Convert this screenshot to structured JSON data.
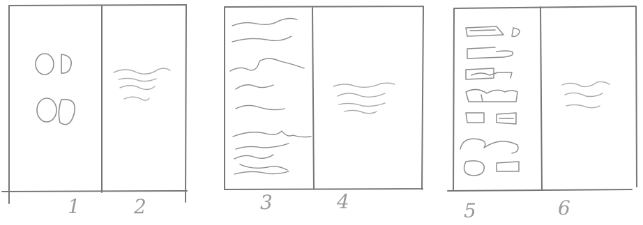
{
  "sketch": {
    "panels": [
      {
        "label": "1",
        "content": "thumbnail-icons"
      },
      {
        "label": "2",
        "content": "text-lines"
      },
      {
        "label": "3",
        "content": "list-lines"
      },
      {
        "label": "4",
        "content": "text-lines"
      },
      {
        "label": "5",
        "content": "icon-label-list"
      },
      {
        "label": "6",
        "content": "text-lines"
      }
    ],
    "colors": {
      "paper": "#ffffff",
      "pencil": "#8d8d8d"
    }
  }
}
